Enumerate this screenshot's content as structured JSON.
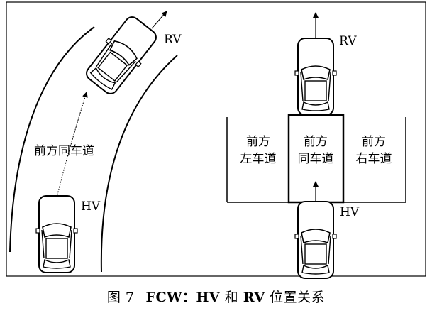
{
  "figure": {
    "left": {
      "rv_label": "RV",
      "hv_label": "HV",
      "lane_label": "前方同车道"
    },
    "right": {
      "rv_label": "RV",
      "hv_label": "HV",
      "left_lane": [
        "前方",
        "左车道"
      ],
      "same_lane": [
        "前方",
        "同车道"
      ],
      "right_lane": [
        "前方",
        "右车道"
      ]
    }
  },
  "caption": {
    "figure_number": "图 7",
    "prefix": "FCW：",
    "hv": "HV",
    "joiner": " 和 ",
    "rv": "RV",
    "suffix": " 位置关系"
  }
}
